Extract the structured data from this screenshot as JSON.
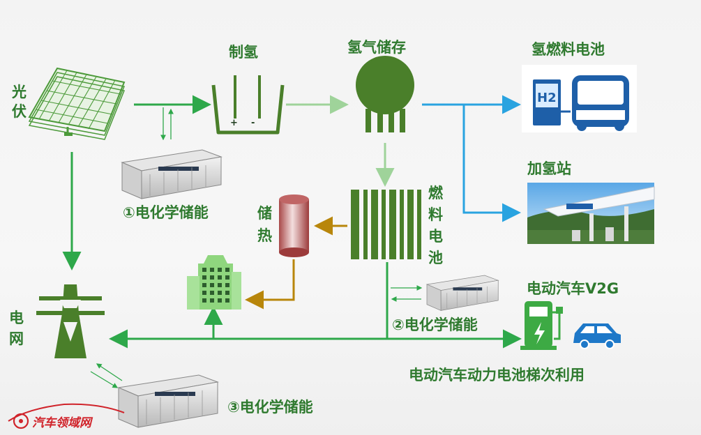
{
  "labels": {
    "solar": [
      "光",
      "伏"
    ],
    "electrolysis": "制氢",
    "h2_storage": "氢气储存",
    "h2_fuel_cell": "氢燃料电池",
    "h2_station": "加氢站",
    "heat_storage": [
      "储",
      "热"
    ],
    "fuel_cell": [
      "燃",
      "料",
      "电",
      "池"
    ],
    "grid": [
      "电",
      "网"
    ],
    "ev_v2g": "电动汽车V2G",
    "battery_reuse": "电动汽车动力电池梯次利用",
    "storage_1": "①电化学储能",
    "storage_2": "②电化学储能",
    "storage_3": "③电化学储能",
    "h2_icon_text": "H2",
    "electrode_plus": "+",
    "electrode_minus": "-",
    "watermark": "汽车领域网"
  },
  "colors": {
    "electric_flow": "#2ea84a",
    "hydrogen_flow": "#9fd39a",
    "h2_supply_flow": "#29a3e0",
    "heat_flow": "#b8860b",
    "dark_green": "#4a7f2a",
    "building_green": "#8fd67e",
    "ev_blue": "#1e78c8",
    "ev_green": "#3daa44"
  }
}
